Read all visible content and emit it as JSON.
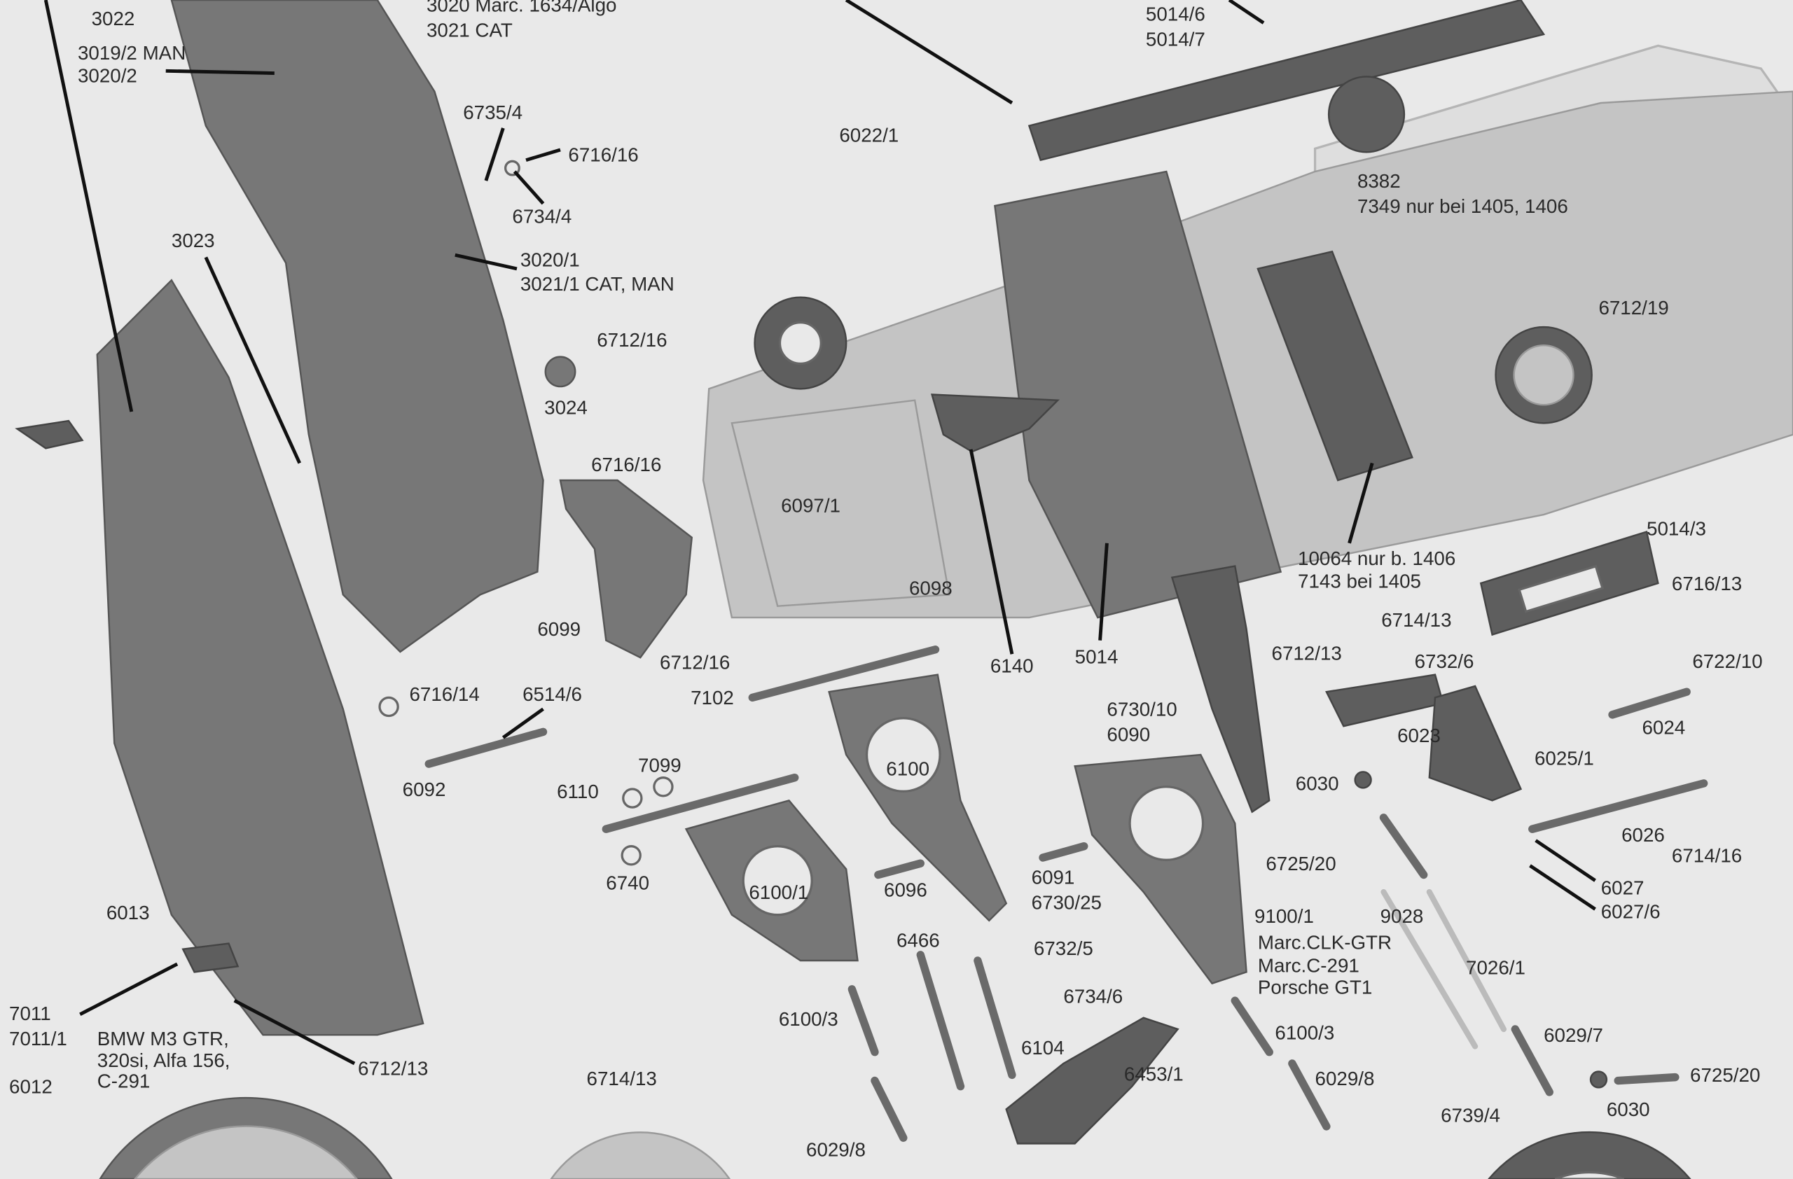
{
  "title": "Exploded parts diagram - front suspension, body and chassis",
  "labels": [
    "3022",
    "3019/2 MAN",
    "3020/2",
    "3020 Marc. 1634/Algo",
    "3021 CAT",
    "6735/4",
    "6716/16",
    "6734/4",
    "3023",
    "3020/1",
    "3021/1 CAT, MAN",
    "6712/16",
    "3024",
    "6716/16",
    "6097/1",
    "6098",
    "6099",
    "6712/16",
    "6140",
    "5014",
    "7102",
    "6716/14",
    "6514/6",
    "6092",
    "7099",
    "6110",
    "6100",
    "6740",
    "6100/1",
    "6096",
    "6730/10",
    "6090",
    "5014/6",
    "5014/7",
    "6022/1",
    "8382",
    "7349 nur bei 1405, 1406",
    "6712/19",
    "10064 nur b. 1406",
    "7143 bei 1405",
    "5014/3",
    "6716/13",
    "6714/13",
    "6712/13",
    "6732/6",
    "6722/10",
    "6023",
    "6024",
    "6025/1",
    "6030",
    "6725/20",
    "6026",
    "6714/16",
    "6027",
    "6027/6",
    "6091",
    "6730/25",
    "9100/1",
    "Marc.CLK-GTR",
    "Marc.C-291",
    "Porsche GT1",
    "9028",
    "7026/1",
    "6466",
    "6732/5",
    "6734/6",
    "6100/3",
    "6100/3",
    "6104",
    "6453/1",
    "6029/8",
    "6029/7",
    "6725/20",
    "6739/4",
    "6030",
    "6714/13",
    "6029/8",
    "6013",
    "7011",
    "7011/1",
    "BMW M3 GTR,",
    "320si, Alfa 156,",
    "C-291",
    "6712/13",
    "6012"
  ]
}
